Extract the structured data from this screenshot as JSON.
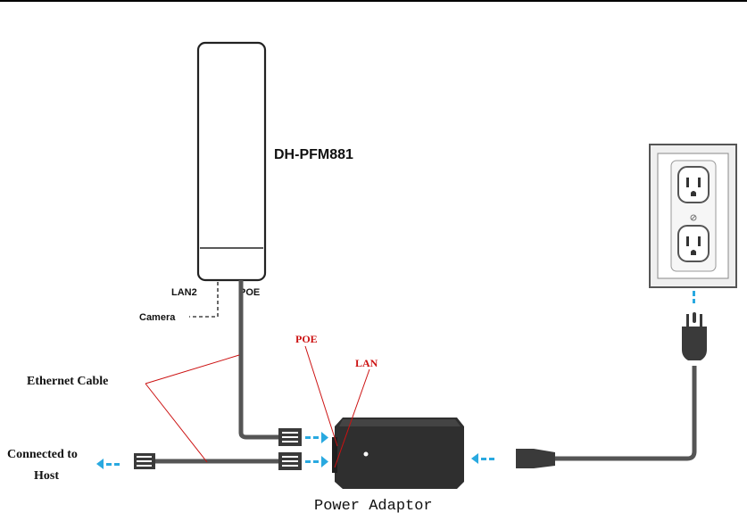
{
  "labels": {
    "device_model": "DH-PFM881",
    "lan2_port": "LAN2",
    "poe_port": "POE",
    "camera": "Camera",
    "ethernet_cable": "Ethernet Cable",
    "poe_callout": "POE",
    "lan_callout": "LAN",
    "connected_to_line1": "Connected to",
    "connected_to_line2": "Host",
    "power_adaptor": "Power Adaptor"
  },
  "colors": {
    "cable": "#555555",
    "arrow": "#29a9e0",
    "callout": "#cc1111",
    "device_outline": "#222222",
    "adaptor_body": "#2f2f2f"
  },
  "icons": {
    "plug": "power-plug-icon",
    "outlet": "wall-outlet-icon",
    "rj45": "rj45-connector-icon"
  }
}
